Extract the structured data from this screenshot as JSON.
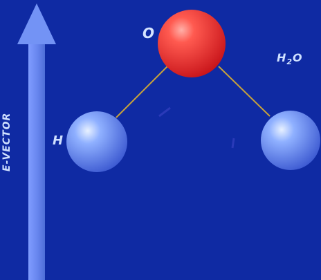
{
  "labels": {
    "oxygen": "O",
    "hydrogen": "H",
    "formula_main": "H",
    "formula_sub": "2",
    "formula_end": "O",
    "axis": "E-VECTOR"
  },
  "colors": {
    "background": "#0f2aa3",
    "oxygen": "#ee2a2a",
    "hydrogen": "#6f8ef0",
    "bond": "#c8a43a",
    "arrow": "#6f8ef0"
  }
}
